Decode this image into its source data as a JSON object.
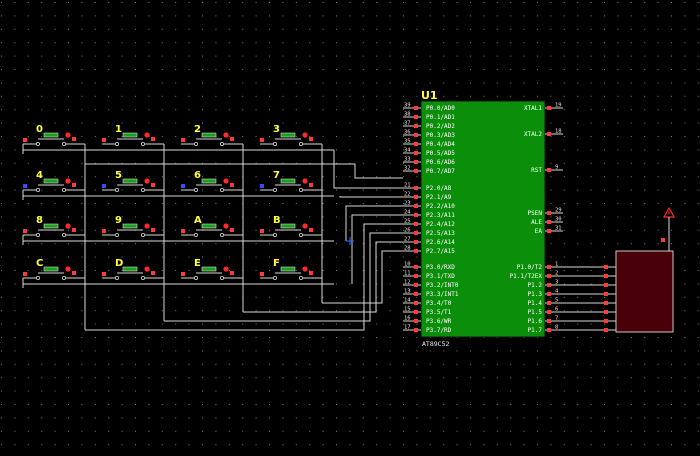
{
  "schematic": {
    "background": "#000000",
    "grid_color": "#7a7a7a",
    "wire_color": "#d8d8d8",
    "pin_color": "#ff3b3b",
    "label_color": "#ffff40",
    "chip_fill": "#0b8f0b",
    "load_fill": "#4a0008",
    "keypad_rows": [
      [
        "0",
        "1",
        "2",
        "3"
      ],
      [
        "4",
        "5",
        "6",
        "7"
      ],
      [
        "8",
        "9",
        "A",
        "B"
      ],
      [
        "C",
        "D",
        "E",
        "F"
      ]
    ],
    "chip": {
      "ref": "U1",
      "part": "AT89C52",
      "left_pins": [
        {
          "num": "39",
          "name": "P0.0/AD0"
        },
        {
          "num": "38",
          "name": "P0.1/AD1"
        },
        {
          "num": "37",
          "name": "P0.2/AD2"
        },
        {
          "num": "36",
          "name": "P0.3/AD3"
        },
        {
          "num": "35",
          "name": "P0.4/AD4"
        },
        {
          "num": "34",
          "name": "P0.5/AD5"
        },
        {
          "num": "33",
          "name": "P0.6/AD6"
        },
        {
          "num": "32",
          "name": "P0.7/AD7"
        },
        {
          "num": "21",
          "name": "P2.0/A8"
        },
        {
          "num": "22",
          "name": "P2.1/A9"
        },
        {
          "num": "23",
          "name": "P2.2/A10"
        },
        {
          "num": "24",
          "name": "P2.3/A11"
        },
        {
          "num": "25",
          "name": "P2.4/A12"
        },
        {
          "num": "26",
          "name": "P2.5/A13"
        },
        {
          "num": "27",
          "name": "P2.6/A14"
        },
        {
          "num": "28",
          "name": "P2.7/A15"
        },
        {
          "num": "10",
          "name": "P3.0/RXD"
        },
        {
          "num": "11",
          "name": "P3.1/TXD"
        },
        {
          "num": "12",
          "name": "P3.2/INT0"
        },
        {
          "num": "13",
          "name": "P3.3/INT1"
        },
        {
          "num": "14",
          "name": "P3.4/T0"
        },
        {
          "num": "15",
          "name": "P3.5/T1"
        },
        {
          "num": "16",
          "name": "P3.6/WR"
        },
        {
          "num": "17",
          "name": "P3.7/RD"
        }
      ],
      "right_pins": [
        {
          "num": "19",
          "name": "XTAL1"
        },
        {
          "num": "18",
          "name": "XTAL2"
        },
        {
          "num": "9",
          "name": "RST"
        },
        {
          "num": "29",
          "name": "PSEN"
        },
        {
          "num": "30",
          "name": "ALE"
        },
        {
          "num": "31",
          "name": "EA"
        },
        {
          "num": "1",
          "name": "P1.0/T2"
        },
        {
          "num": "2",
          "name": "P1.1/T2EX"
        },
        {
          "num": "3",
          "name": "P1.2"
        },
        {
          "num": "4",
          "name": "P1.3"
        },
        {
          "num": "5",
          "name": "P1.4"
        },
        {
          "num": "6",
          "name": "P1.5"
        },
        {
          "num": "7",
          "name": "P1.6"
        },
        {
          "num": "8",
          "name": "P1.7"
        }
      ]
    }
  }
}
